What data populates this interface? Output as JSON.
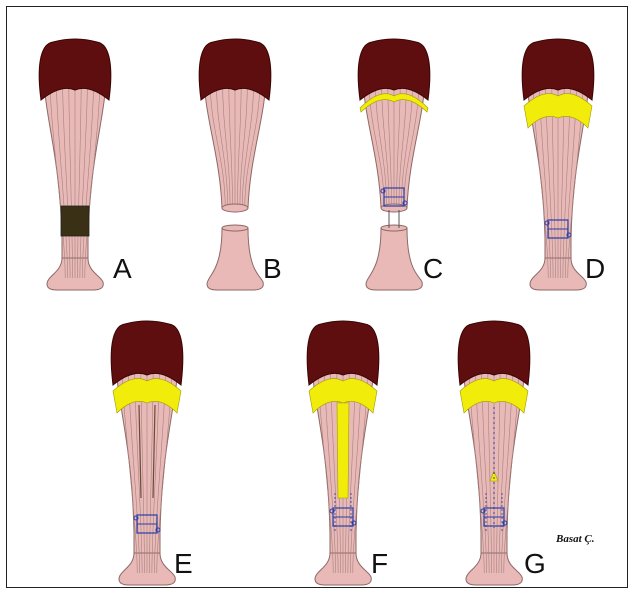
{
  "figure": {
    "panels": [
      {
        "label": "A",
        "stage": "lesion"
      },
      {
        "label": "B",
        "stage": "excised"
      },
      {
        "label": "C",
        "stage": "flap-outlined"
      },
      {
        "label": "D",
        "stage": "flap-turned-sutured"
      },
      {
        "label": "E",
        "stage": "flap-incisions"
      },
      {
        "label": "F",
        "stage": "flap-extended"
      },
      {
        "label": "G",
        "stage": "closed"
      }
    ],
    "signature": "Basat Ç.",
    "colors": {
      "muscle": "#5e0e0e",
      "tendon": "#e8b9b6",
      "tendon_stroke": "#8d6967",
      "fiber": "#a58281",
      "lesion": "#3a3016",
      "flap": "#f2ec0a",
      "suture": "#2b3ea8",
      "frame": "#222222"
    }
  }
}
